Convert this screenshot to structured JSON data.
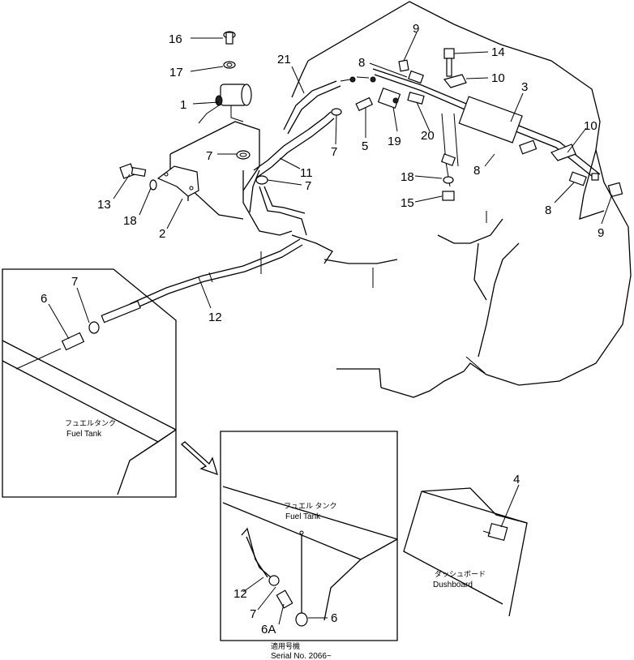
{
  "callouts": {
    "c16": "16",
    "c17": "17",
    "c1": "1",
    "c7a": "7",
    "c13": "13",
    "c18a": "18",
    "c2": "2",
    "c21": "21",
    "c11": "11",
    "c7b": "7",
    "c7c": "7",
    "c5": "5",
    "c19": "19",
    "c8a": "8",
    "c9a": "9",
    "c14": "14",
    "c10a": "10",
    "c3": "3",
    "c20": "20",
    "c10b": "10",
    "c8b": "8",
    "c18b": "18",
    "c15": "15",
    "c8c": "8",
    "c9b": "9",
    "c12a": "12",
    "c7d": "7",
    "c6a": "6",
    "c4": "4",
    "c12b": "12",
    "c7e": "7",
    "c6b": "6",
    "c6A": "6A"
  },
  "labels": {
    "fuel_tank_jp_1": "フュエルタンク",
    "fuel_tank_en_1": "Fuel Tank",
    "fuel_tank_jp_2": "フュエル タンク",
    "fuel_tank_en_2": "Fuel Tank",
    "dashboard_jp": "ダッシュボード",
    "dashboard_en": "Dushboard",
    "serial_jp": "適用号機",
    "serial_en": "Serial No. 2066~"
  }
}
